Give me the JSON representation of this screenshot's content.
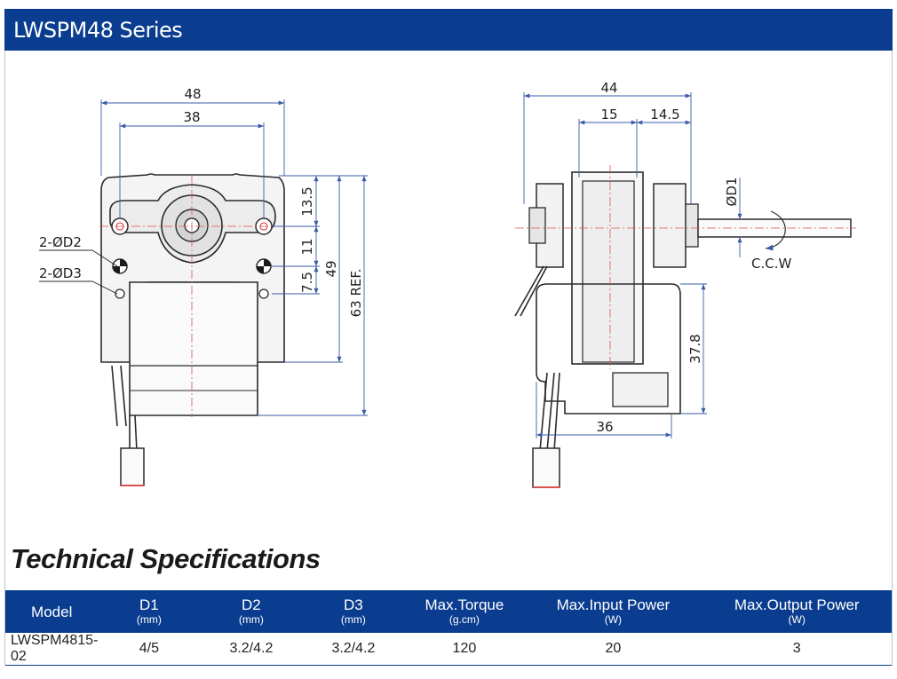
{
  "header": {
    "title": "LWSPM48 Series"
  },
  "drawing": {
    "front_view": {
      "dim_48": "48",
      "dim_38": "38",
      "dim_13_5": "13.5",
      "dim_11": "11",
      "dim_7_5": "7.5",
      "dim_49": "49",
      "dim_63_ref": "63 REF.",
      "label_d2": "2-ØD2",
      "label_d3": "2-ØD3"
    },
    "side_view": {
      "dim_44": "44",
      "dim_15": "15",
      "dim_14_5": "14.5",
      "dim_d1": "ØD1",
      "dim_37_8": "37.8",
      "dim_36": "36",
      "rotation": "C.C.W"
    }
  },
  "specs": {
    "heading": "Technical Specifications",
    "columns": [
      {
        "label": "Model",
        "unit": ""
      },
      {
        "label": "D1",
        "unit": "(mm)"
      },
      {
        "label": "D2",
        "unit": "(mm)"
      },
      {
        "label": "D3",
        "unit": "(mm)"
      },
      {
        "label": "Max.Torque",
        "unit": "(g.cm)"
      },
      {
        "label": "Max.Input Power",
        "unit": "(W)"
      },
      {
        "label": "Max.Output Power",
        "unit": "(W)"
      }
    ],
    "rows": [
      [
        "LWSPM4815-02",
        "4/5",
        "3.2/4.2",
        "3.2/4.2",
        "120",
        "20",
        "3"
      ]
    ]
  },
  "colors": {
    "brand_blue": "#0a3d8f",
    "dimension_blue": "#3a5ba8",
    "centerline_red": "#d9534f"
  }
}
